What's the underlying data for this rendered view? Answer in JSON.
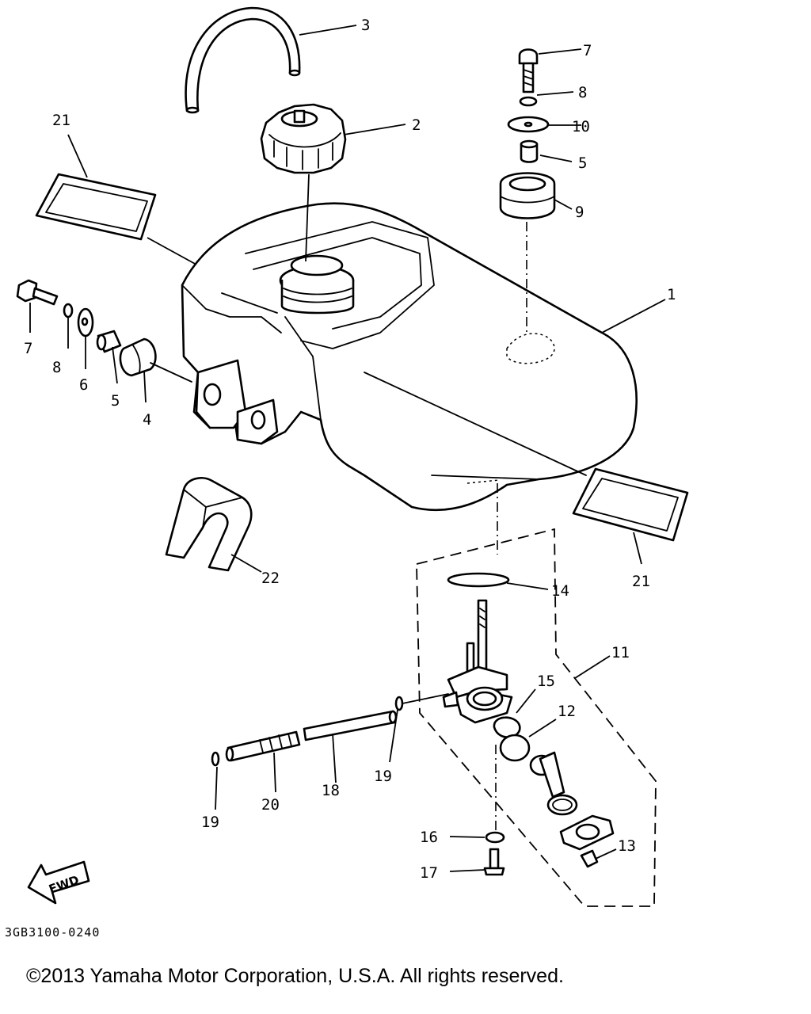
{
  "diagram": {
    "reference_code": "3GB3100-0240",
    "direction_label": "FWD",
    "callouts": {
      "c1": "1",
      "c2": "2",
      "c3": "3",
      "c4": "4",
      "c5a": "5",
      "c5b": "5",
      "c6": "6",
      "c7a": "7",
      "c7b": "7",
      "c8a": "8",
      "c8b": "8",
      "c9": "9",
      "c10": "10",
      "c11": "11",
      "c12": "12",
      "c13": "13",
      "c14": "14",
      "c15": "15",
      "c16": "16",
      "c17": "17",
      "c18": "18",
      "c19a": "19",
      "c19b": "19",
      "c20": "20",
      "c21a": "21",
      "c21b": "21",
      "c22": "22"
    }
  },
  "footer": {
    "copyright": "©2013 Yamaha Motor Corporation, U.S.A. All rights reserved."
  }
}
